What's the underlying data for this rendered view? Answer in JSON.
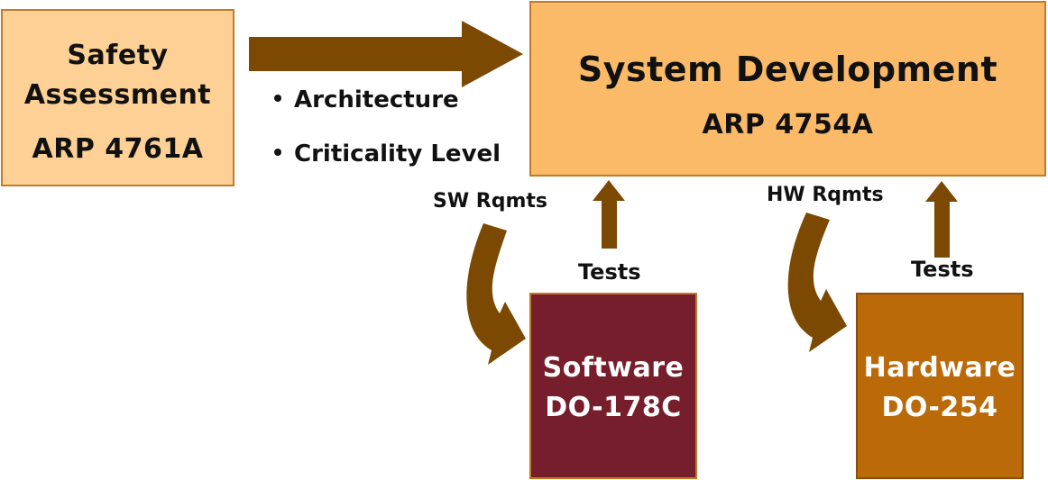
{
  "colors": {
    "arrow": "#7c4903",
    "safety_fill": "#fdd095",
    "sysdev_fill": "#fbba68",
    "software_fill": "#761e2b",
    "hardware_fill": "#ba6a08"
  },
  "safety": {
    "line1": "Safety",
    "line2": "Assessment",
    "standard": "ARP 4761A"
  },
  "system_development": {
    "title": "System Development",
    "standard": "ARP 4754A"
  },
  "software": {
    "title": "Software",
    "standard": "DO-178C"
  },
  "hardware": {
    "title": "Hardware",
    "standard": "DO-254"
  },
  "flow_items": [
    "Architecture",
    "Criticality Level"
  ],
  "labels": {
    "sw_rqmts": "SW Rqmts",
    "hw_rqmts": "HW Rqmts",
    "tests_sw": "Tests",
    "tests_hw": "Tests"
  }
}
